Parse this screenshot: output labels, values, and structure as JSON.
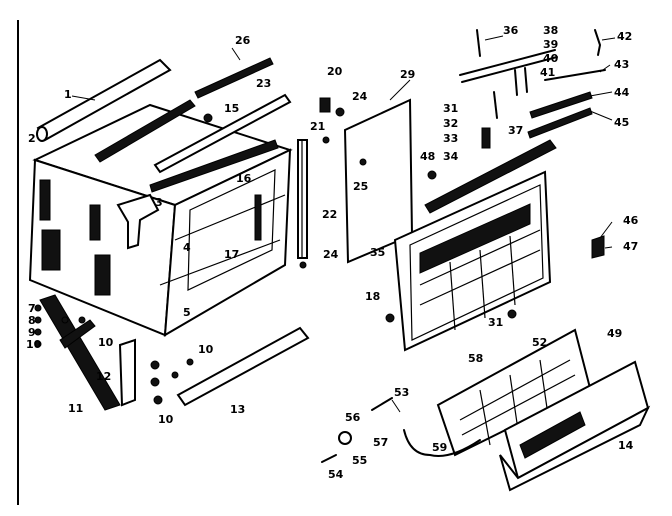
{
  "labels": {
    "p1": "1",
    "p2": "2",
    "p3": "3",
    "p4": "4",
    "p5": "5",
    "p7": "7",
    "p8": "8",
    "p9": "9",
    "p10a": "10",
    "p10b": "10",
    "p10c": "10",
    "p10d": "10",
    "p11": "11",
    "p12": "12",
    "p13": "13",
    "p14": "14",
    "p15": "15",
    "p16": "16",
    "p17": "17",
    "p18": "18",
    "p20": "20",
    "p21": "21",
    "p22": "22",
    "p23": "23",
    "p24a": "24",
    "p24b": "24",
    "p25": "25",
    "p26": "26",
    "p29": "29",
    "p31a": "31",
    "p31b": "31",
    "p32": "32",
    "p33": "33",
    "p34": "34",
    "p35": "35",
    "p36": "36",
    "p37": "37",
    "p38": "38",
    "p39": "39",
    "p40": "40",
    "p41": "41",
    "p42": "42",
    "p43": "43",
    "p44": "44",
    "p45": "45",
    "p46": "46",
    "p47": "47",
    "p48": "48",
    "p49": "49",
    "p52": "52",
    "p53": "53",
    "p54": "54",
    "p55": "55",
    "p56": "56",
    "p57": "57",
    "p58": "58",
    "p59": "59"
  }
}
